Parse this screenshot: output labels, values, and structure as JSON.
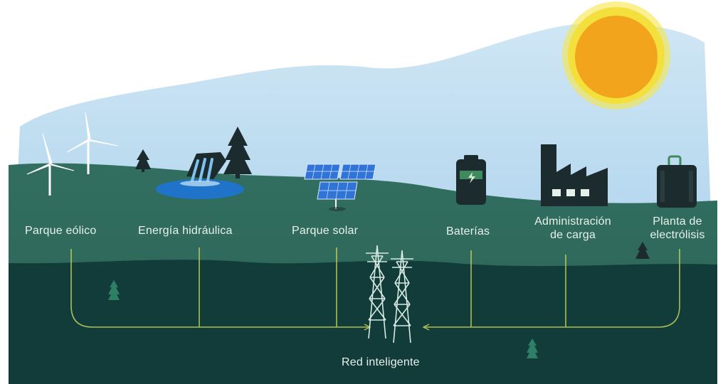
{
  "nodes": [
    {
      "id": "wind",
      "label": "Parque eólico",
      "icon": "wind-turbine-icon"
    },
    {
      "id": "hydro",
      "label": "Energía hidráulica",
      "icon": "hydro-dam-icon"
    },
    {
      "id": "solar",
      "label": "Parque solar",
      "icon": "solar-panel-icon"
    },
    {
      "id": "battery",
      "label": "Baterías",
      "icon": "battery-icon"
    },
    {
      "id": "load",
      "label_line1": "Administración",
      "label_line2": "de carga",
      "icon": "factory-icon"
    },
    {
      "id": "electrolysis",
      "label_line1": "Planta de",
      "label_line2": "electrólisis",
      "icon": "electrolysis-plant-icon"
    }
  ],
  "grid": {
    "label": "Red inteligente",
    "icon": "transmission-tower-icon"
  },
  "colors": {
    "sky": "#a9d2ec",
    "hill": "#2f6b5e",
    "underground": "#123c3a",
    "connector": "#c8d65a",
    "sun": "#f2a41c",
    "sun_glow": "#f7e64a",
    "icon_dark": "#1c2b2d",
    "water": "#1f73c9"
  }
}
